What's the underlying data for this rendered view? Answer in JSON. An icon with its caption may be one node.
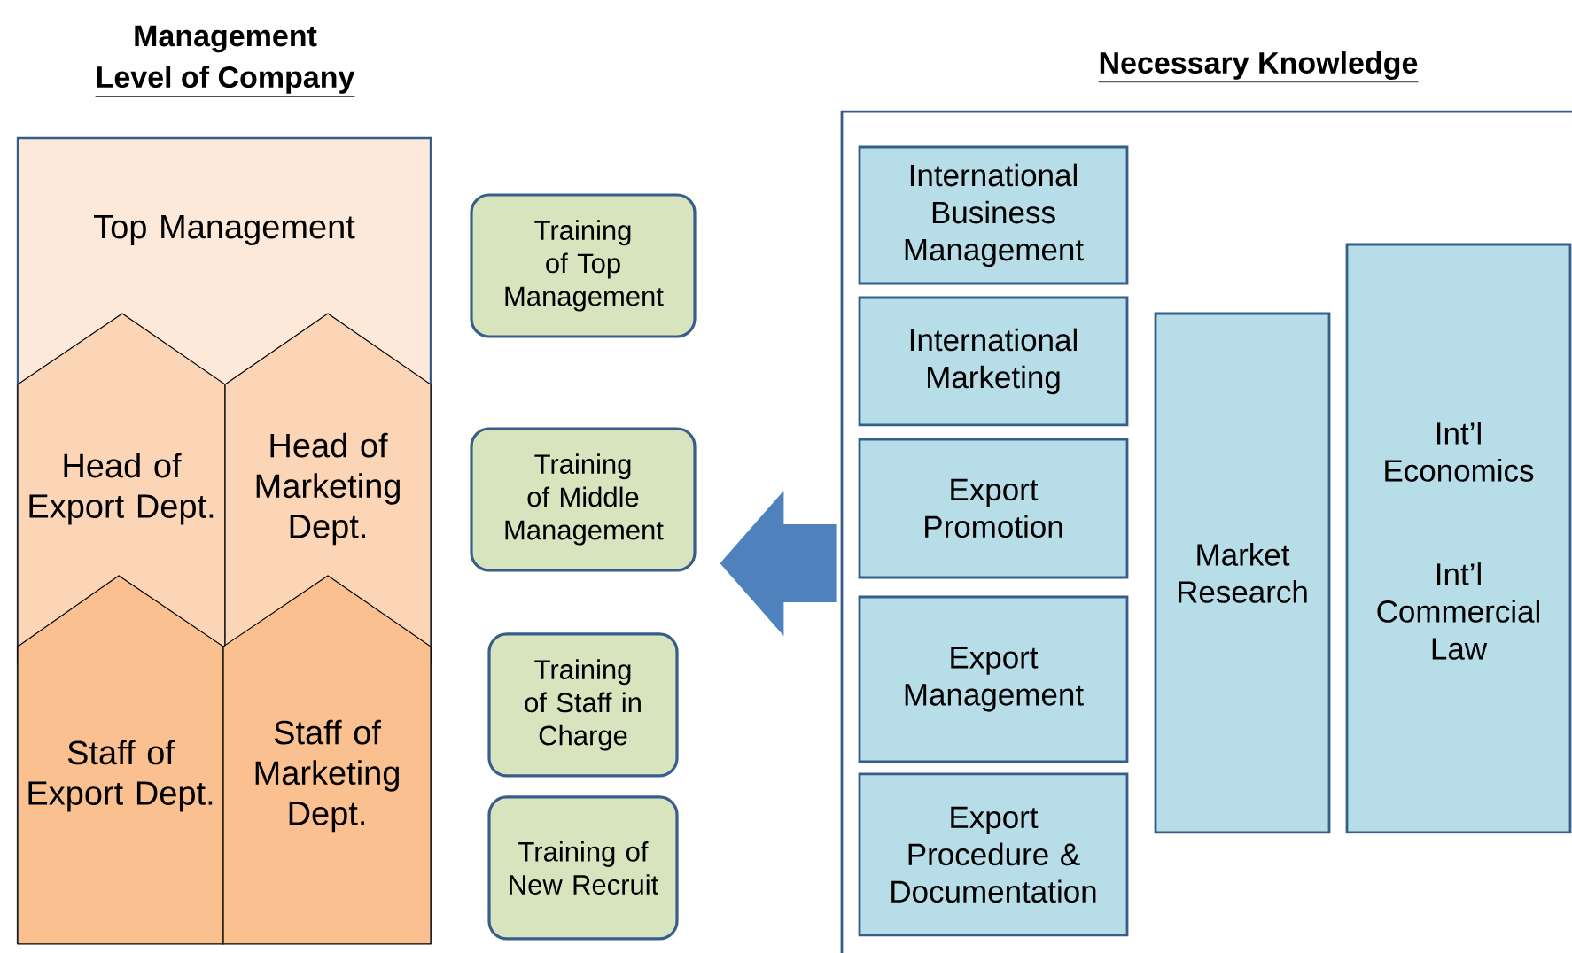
{
  "diagram": {
    "nodes": [
      {
        "text": [
          "Top Management"
        ]
      },
      {
        "text": [
          "Head of Export Dept."
        ],
        "in": 0
      },
      {
        "text": [
          "Head of Marketing Dept."
        ],
        "in": 0
      },
      {
        "text": [
          "Staff of Export Dept."
        ],
        "in": 0
      },
      {
        "text": [
          "Staff of Marketing Dept."
        ],
        "in": 0
      },
      {
        "text": [
          "Training of Top Management"
        ]
      },
      {
        "text": [
          "Training of Middle Management"
        ]
      },
      {
        "text": [
          "Training of Staff in Charge"
        ]
      },
      {
        "text": [
          "Training of New Recruit"
        ]
      },
      {
        "text": [
          "Necessary Knowledge"
        ]
      },
      {
        "text": [
          "International Business Management"
        ],
        "in": 9
      },
      {
        "text": [
          "International Marketing"
        ],
        "in": 9
      },
      {
        "text": [
          "Export Promotion"
        ],
        "in": 9
      },
      {
        "text": [
          "Export Management"
        ],
        "in": 9
      },
      {
        "text": [
          "Export Procedure & Documentation"
        ],
        "in": 9
      },
      {
        "text": [
          "Market Research"
        ],
        "in": 9
      },
      {
        "text": [
          "Int’l Economics",
          "Int’l Commercial Law"
        ],
        "in": 9
      }
    ],
    "edges": [
      {
        "from": 9,
        "to": 6,
        "arrow": "to"
      }
    ],
    "labels": [
      "Management",
      "Level of Company"
    ]
  }
}
